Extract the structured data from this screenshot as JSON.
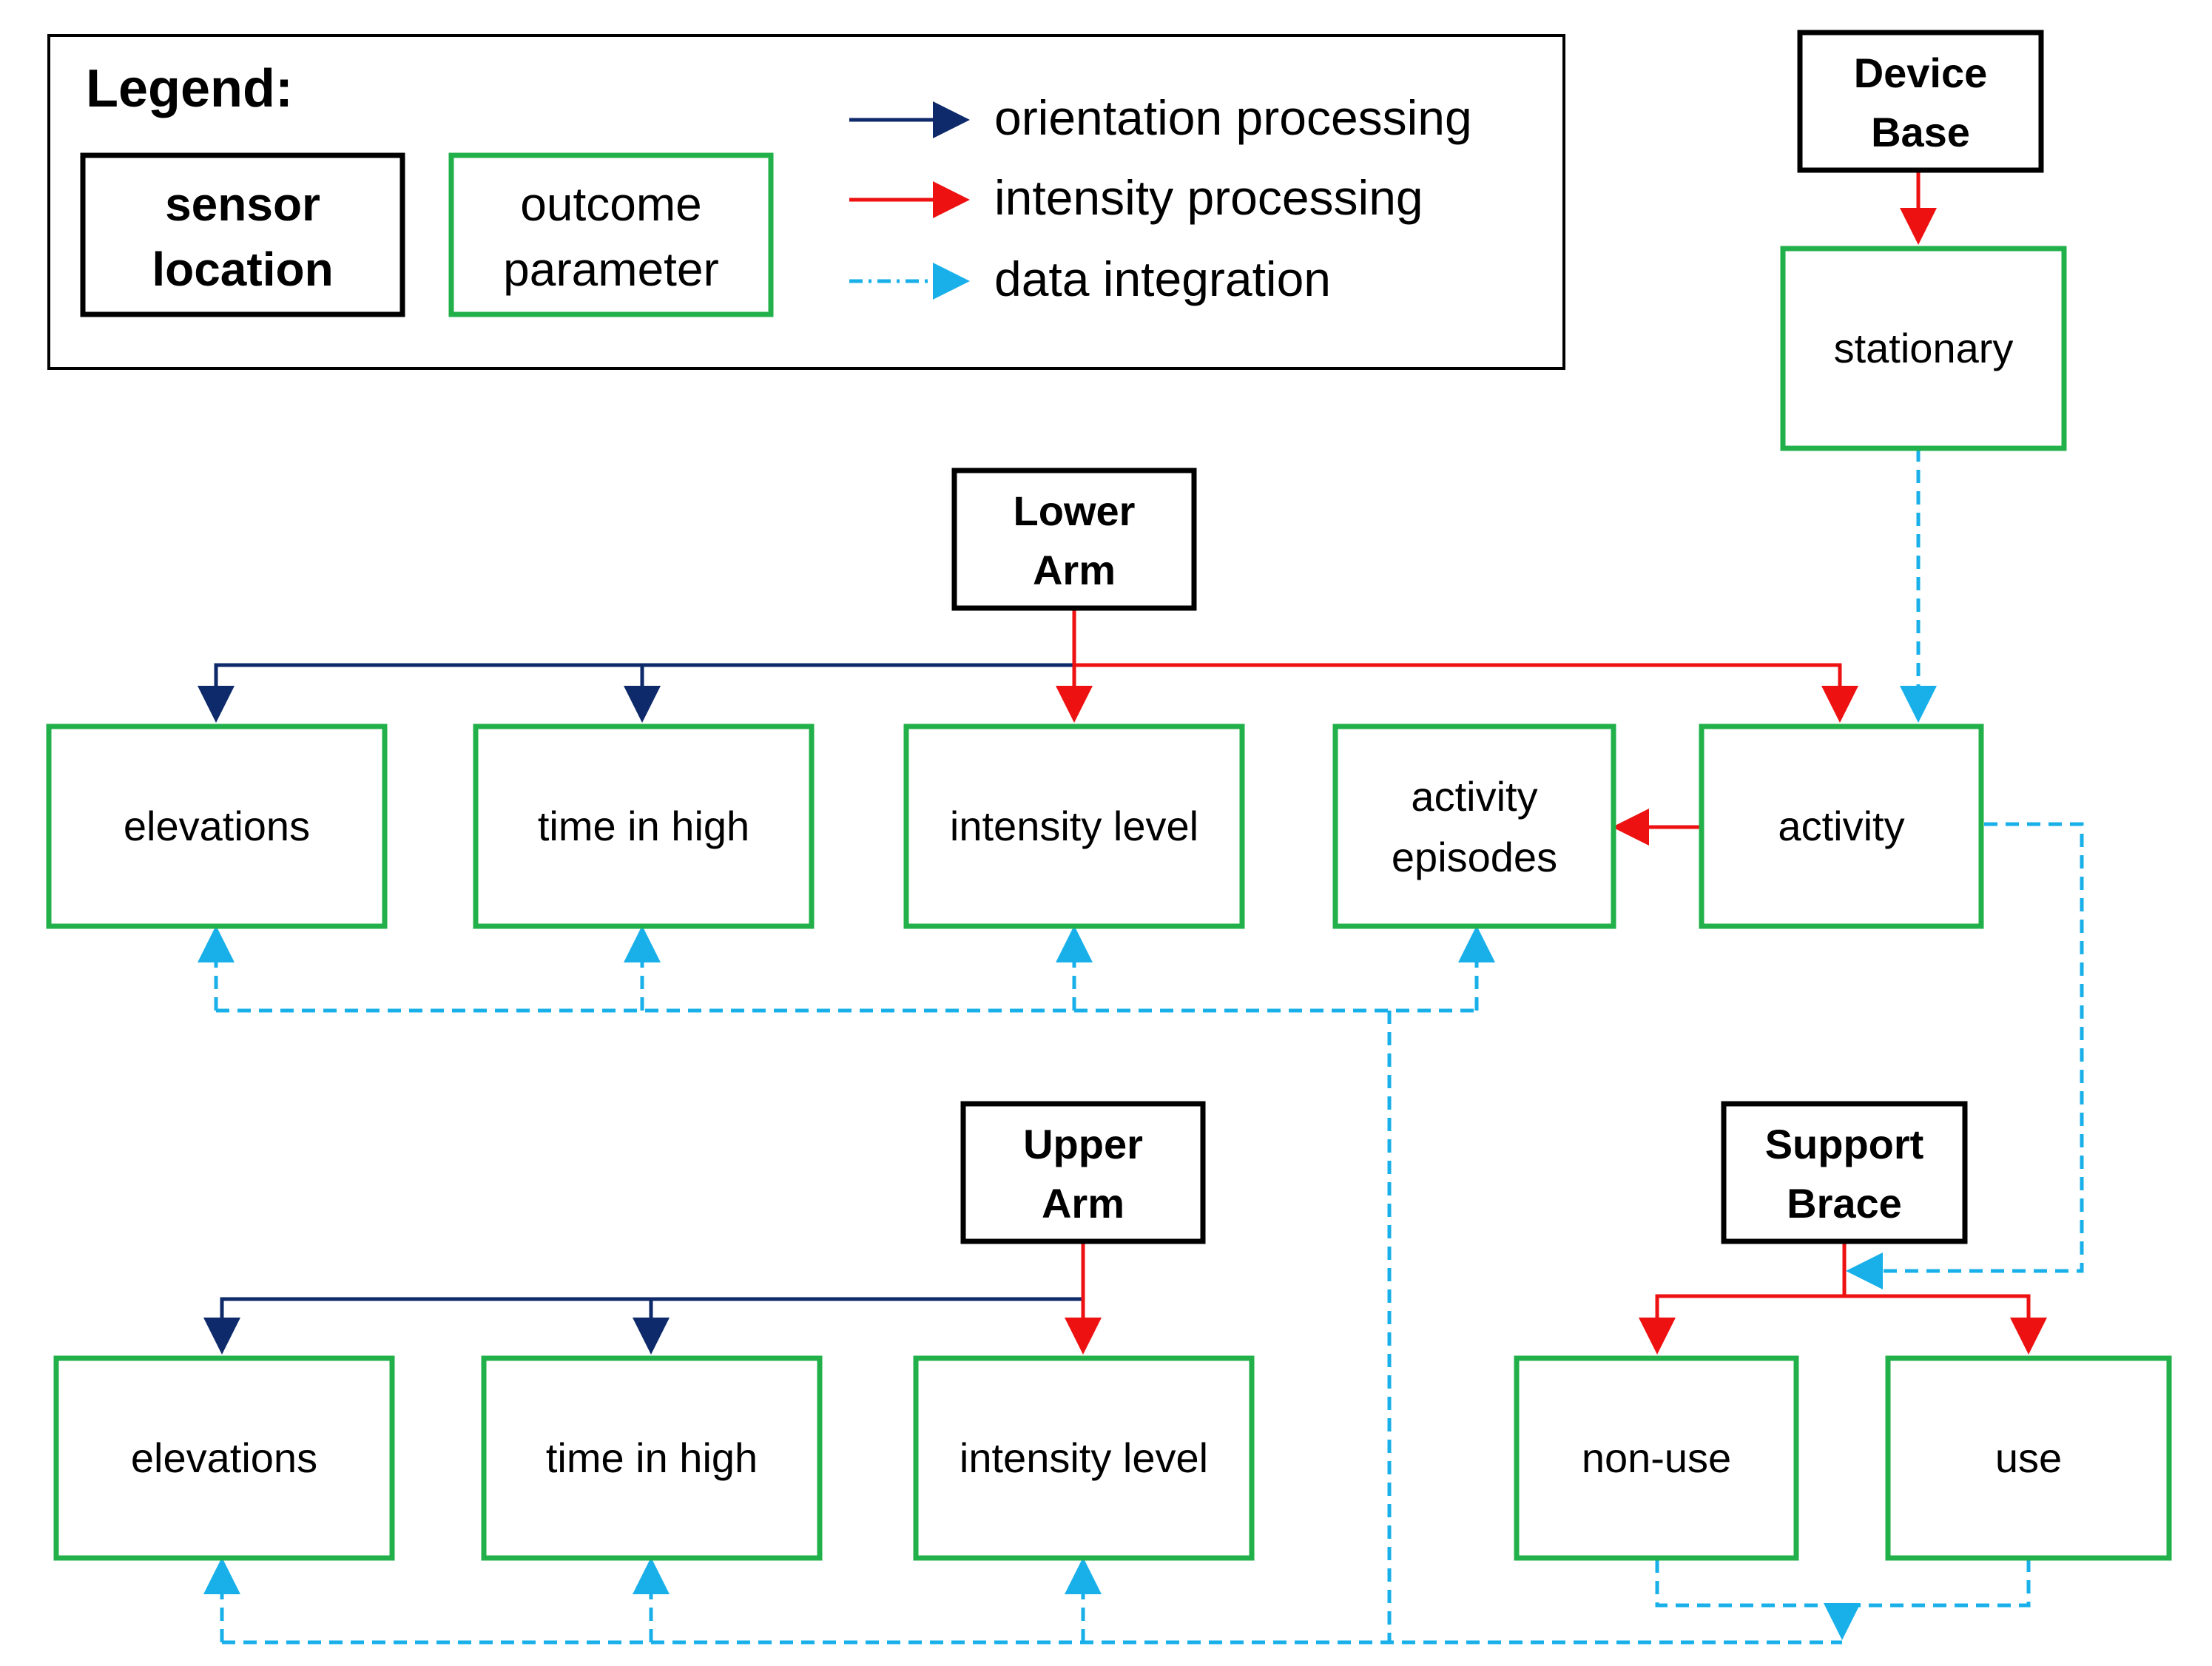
{
  "legend": {
    "title": "Legend:",
    "sensor_box": [
      "sensor",
      "location"
    ],
    "outcome_box": [
      "outcome",
      "parameter"
    ],
    "items": [
      {
        "label": "orientation processing"
      },
      {
        "label": "intensity processing"
      },
      {
        "label": "data integration"
      }
    ]
  },
  "colors": {
    "orientation": "#0e2a6b",
    "intensity": "#ee1111",
    "integration": "#19b0ea",
    "outcome_border": "#22b04a",
    "sensor_border": "#000000"
  },
  "sensors": {
    "device_base": [
      "Device",
      "Base"
    ],
    "lower_arm": [
      "Lower",
      "Arm"
    ],
    "upper_arm": [
      "Upper",
      "Arm"
    ],
    "support_brace": [
      "Support",
      "Brace"
    ]
  },
  "outcomes": {
    "stationary": [
      "stationary"
    ],
    "la_elevations": [
      "elevations"
    ],
    "la_time_in_high": [
      "time in high"
    ],
    "la_intensity_level": [
      "intensity level"
    ],
    "activity_episodes": [
      "activity",
      "episodes"
    ],
    "activity": [
      "activity"
    ],
    "ua_elevations": [
      "elevations"
    ],
    "ua_time_in_high": [
      "time in high"
    ],
    "ua_intensity_level": [
      "intensity level"
    ],
    "non_use": [
      "non-use"
    ],
    "use": [
      "use"
    ]
  }
}
